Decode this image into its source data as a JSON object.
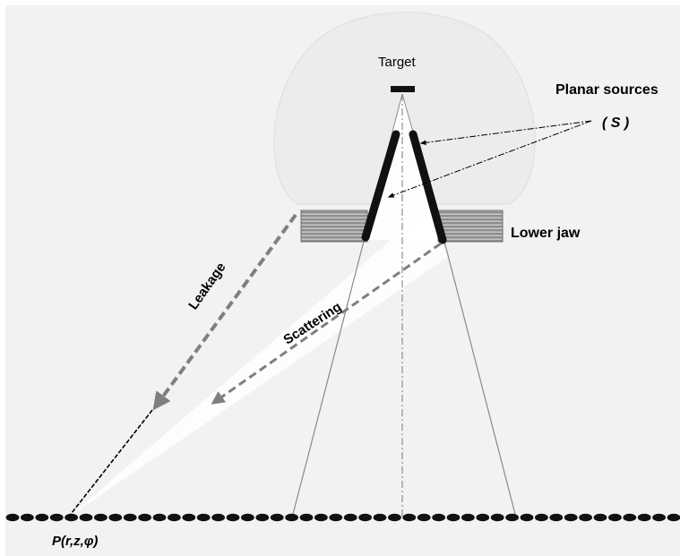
{
  "labels": {
    "target": "Target",
    "planar_sources": "Planar sources",
    "source_symbol": "( S )",
    "lower_jaw": "Lower jaw",
    "leakage": "Leakage",
    "scattering": "Scattering",
    "point": "P(r,z,φ)"
  },
  "colors": {
    "background_panel": "#f2f2f2",
    "head_fill": "#eeeeee",
    "head_edge": "#e0e0e0",
    "jaw_fill": "#888888",
    "jaw_stripe": "#bbbbbb",
    "collimator": "#111111",
    "dashed_arrow": "#7f7f7f",
    "cone_fill": "#ffffff",
    "guide_line": "#8a8a8a",
    "text": "#000000"
  }
}
